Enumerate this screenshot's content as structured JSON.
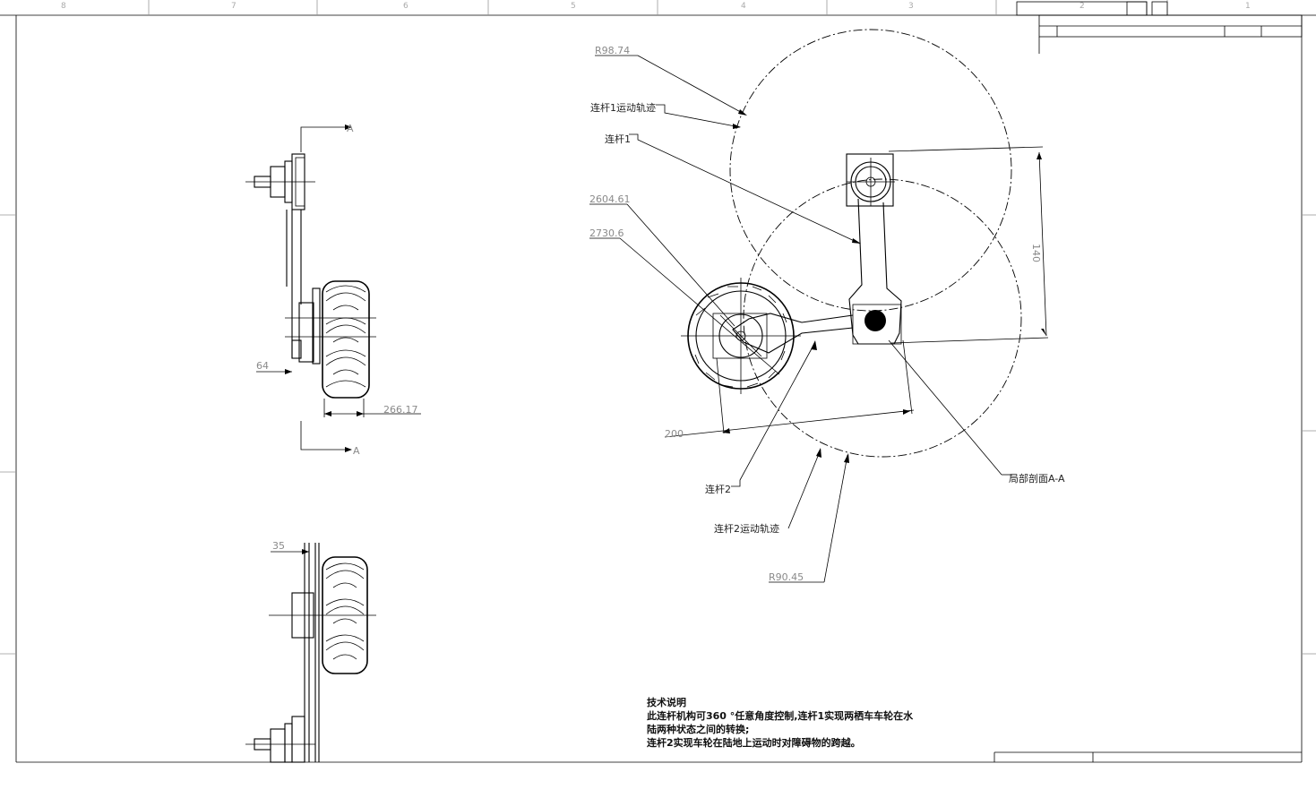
{
  "border": {
    "zone_numbers": [
      "8",
      "7",
      "6",
      "5",
      "4",
      "3",
      "2",
      "1"
    ]
  },
  "dimensions": {
    "r_upper": "R98.74",
    "r_lower": "R90.45",
    "d_2604": "2604.61",
    "d_2730": "2730.6",
    "d_140": "140",
    "d_200": "200",
    "d_64": "64",
    "d_35": "35",
    "d_26617": "266.17"
  },
  "labels": {
    "link1_path": "连杆1运动轨迹",
    "link1": "连杆1",
    "link2": "连杆2",
    "link2_path": "连杆2运动轨迹",
    "section": "局部剖面A-A",
    "section_mark_top": "A",
    "section_mark_bottom": "A"
  },
  "notes": {
    "title": "技术说明",
    "line1": "此连杆机构可360 °任意角度控制,连杆1实现两栖车车轮在水",
    "line2": "陆两种状态之间的转换;",
    "line3": "连杆2实现车轮在陆地上运动时对障碍物的跨越。"
  }
}
